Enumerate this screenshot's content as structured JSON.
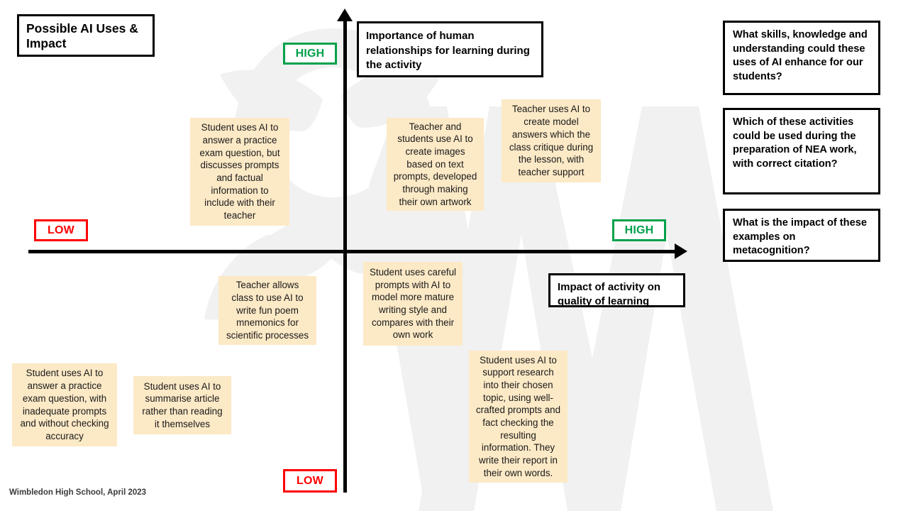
{
  "title": {
    "text": "Possible AI Uses & Impact"
  },
  "axes": {
    "y_title": "Importance of human relationships for learning during the activity",
    "x_title": "Impact of activity on quality of learning",
    "markers": {
      "top": "HIGH",
      "bottom": "LOW",
      "left": "LOW",
      "right": "HIGH"
    },
    "colors": {
      "high": "#00A14B",
      "low": "#FF0000",
      "axis": "#000000"
    }
  },
  "notes": {
    "color": "#FCE9C6",
    "items": [
      {
        "id": "note-1",
        "text": "Student uses AI to answer a practice exam question, but discusses prompts and factual information to include with their teacher",
        "quadrant": "top-left"
      },
      {
        "id": "note-2",
        "text": "Teacher and students use AI to create images based on text prompts, developed through making their own artwork",
        "quadrant": "top-right"
      },
      {
        "id": "note-3",
        "text": "Teacher uses AI to create model answers which the class critique during the lesson, with teacher support",
        "quadrant": "top-right"
      },
      {
        "id": "note-4",
        "text": "Teacher allows class to use AI to write fun poem mnemonics for scientific processes",
        "quadrant": "bottom-left"
      },
      {
        "id": "note-5",
        "text": "Student uses careful prompts with AI to model more mature writing style and compares with their own work",
        "quadrant": "bottom-right"
      },
      {
        "id": "note-6",
        "text": "Student uses AI to support research into their chosen topic, using well-crafted prompts and fact checking the resulting information. They write their report in their own words.",
        "quadrant": "bottom-right"
      },
      {
        "id": "note-7",
        "text": "Student uses AI to answer a practice exam question, with inadequate prompts and without checking accuracy",
        "quadrant": "bottom-left"
      },
      {
        "id": "note-8",
        "text": "Student uses AI to summarise article rather than reading it themselves",
        "quadrant": "bottom-left"
      }
    ]
  },
  "questions": [
    {
      "text": "What skills, knowledge and understanding could these uses of AI enhance for our students?"
    },
    {
      "text": "Which of these activities could be used during the preparation of NEA work, with correct citation?"
    },
    {
      "text": "What is the impact of these examples on metacognition?"
    }
  ],
  "footer": {
    "text": "Wimbledon High School, April 2023"
  },
  "watermark": {
    "name": "wimbledon-high-school-w-logo",
    "color": "#F1F1F1"
  }
}
